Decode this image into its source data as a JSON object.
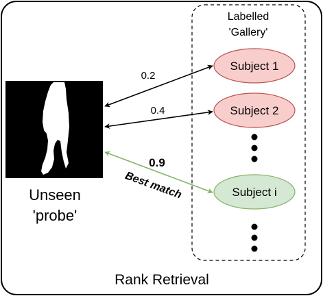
{
  "colors": {
    "frame": "#000000",
    "background": "#ffffff",
    "gallery_border": "#000000",
    "subject_red_fill": "#f8cecc",
    "subject_red_stroke": "#b85450",
    "subject_green_fill": "#d5e8d4",
    "subject_green_stroke": "#82b366",
    "arrow_black": "#000000",
    "arrow_green": "#82b366",
    "probe_black": "#000000",
    "probe_silhouette": "#ffffff"
  },
  "probe": {
    "image": "silhouette",
    "label_line1": "Unseen",
    "label_line2": "'probe'"
  },
  "gallery": {
    "title_line1": "Labelled",
    "title_line2": "'Gallery'",
    "subjects": [
      {
        "label": "Subject 1",
        "style": "red"
      },
      {
        "label": "Subject 2",
        "style": "red"
      },
      {
        "label": "Subject i",
        "style": "green"
      }
    ]
  },
  "scores": {
    "subject_1": "0.2",
    "subject_2": "0.4",
    "subject_i": "0.9"
  },
  "best_match_label": "Best match",
  "footer": "Rank Retrieval"
}
